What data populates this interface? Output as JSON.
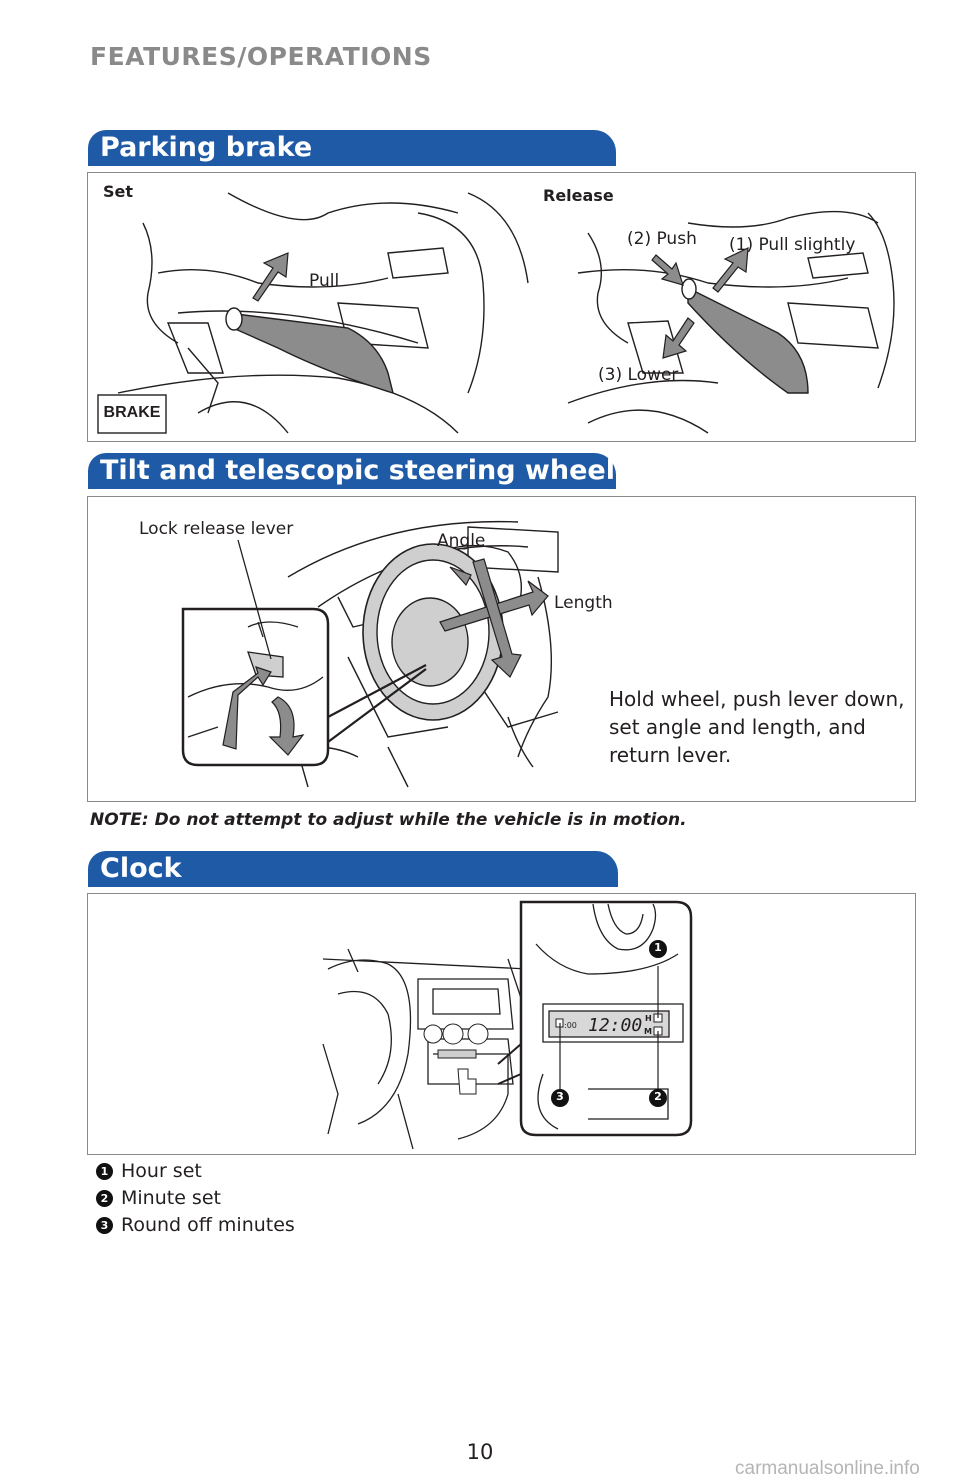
{
  "header": {
    "section_title": "FEATURES/OPERATIONS"
  },
  "parking_brake": {
    "title": "Parking brake",
    "set_label": "Set",
    "release_label": "Release",
    "pull_label": "Pull",
    "push_label": "(2) Push",
    "pull_slightly_label": "(1) Pull slightly",
    "lower_label": "(3) Lower",
    "indicator_text": "BRAKE"
  },
  "steering": {
    "title": "Tilt and telescopic steering wheel",
    "lock_release_label": "Lock release lever",
    "angle_label": "Angle",
    "length_label": "Length",
    "instructions": "Hold wheel, push lever down, set angle and length, and return lever.",
    "note": "NOTE: Do not attempt to adjust while the vehicle is in motion."
  },
  "clock": {
    "title": "Clock",
    "display_time": "12:00",
    "display_round": ":00",
    "button_h": "H",
    "button_m": "M",
    "legend": [
      {
        "num": "1",
        "text": "Hour set"
      },
      {
        "num": "2",
        "text": "Minute set"
      },
      {
        "num": "3",
        "text": "Round off minutes"
      }
    ]
  },
  "footer": {
    "page_number": "10",
    "watermark": "carmanualsonline.info"
  },
  "colors": {
    "header_blue": "#1f5aa6",
    "arrow_gray": "#8c8c8c",
    "section_gray": "#777777"
  }
}
